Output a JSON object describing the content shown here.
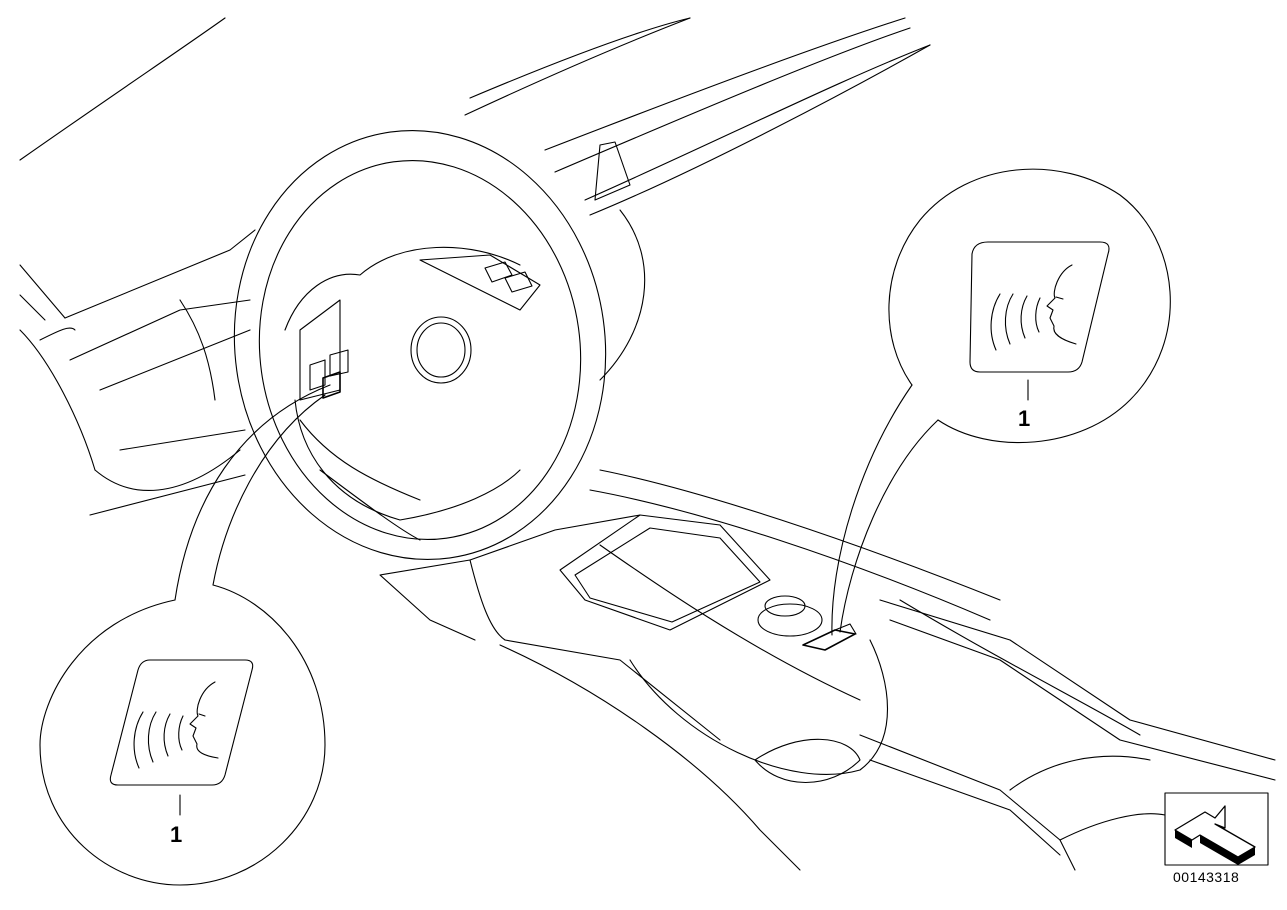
{
  "callouts": {
    "left": {
      "number": "1"
    },
    "right": {
      "number": "1"
    }
  },
  "reference": {
    "code": "00143318"
  },
  "icons": {
    "part_symbol": "voice-command-icon",
    "orientation_symbol": "arrow-orientation-icon"
  },
  "colors": {
    "line": "#000000",
    "background": "#ffffff"
  }
}
